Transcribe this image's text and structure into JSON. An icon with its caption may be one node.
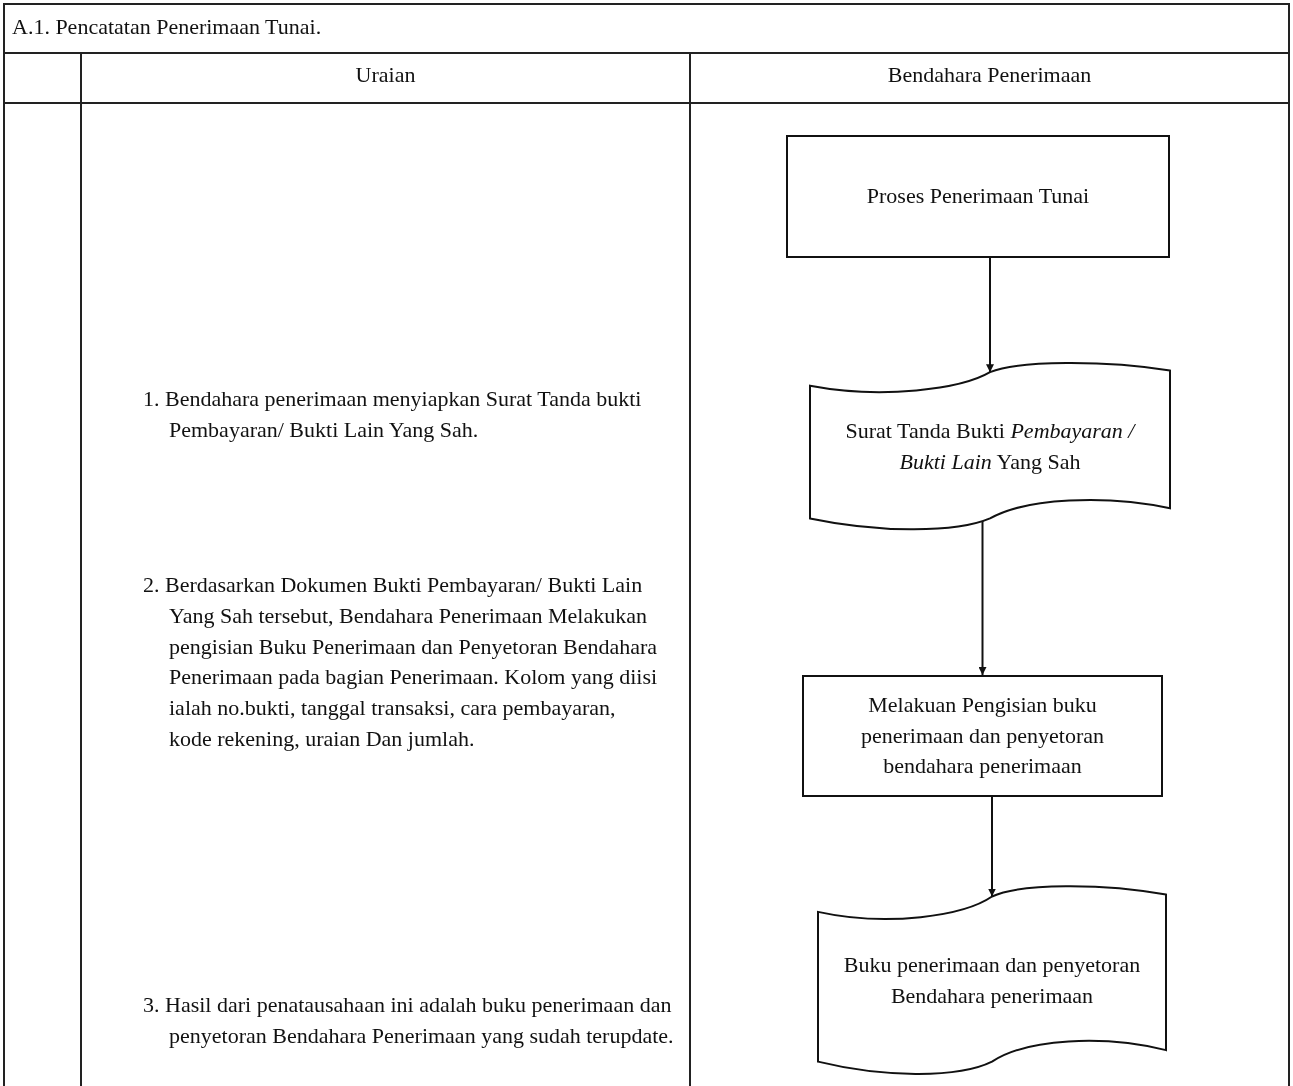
{
  "diagram": {
    "title": "A.1. Pencatatan Penerimaan Tunai.",
    "nodes": [
      {
        "text": [
          "Proses Penerimaan Tunai"
        ]
      },
      {
        "text": [
          "Surat Tanda Bukti *Pembayaran / Bukti Lain* Yang Sah"
        ]
      },
      {
        "text": [
          "Melakuan Pengisian buku penerimaan dan penyetoran bendahara penerimaan"
        ]
      },
      {
        "text": [
          "Buku penerimaan dan penyetoran Bendahara penerimaan"
        ]
      }
    ],
    "edges": [
      {
        "from": 0,
        "to": 1,
        "arrow": "to"
      },
      {
        "from": 1,
        "to": 2,
        "arrow": "to"
      },
      {
        "from": 2,
        "to": 3,
        "arrow": "to"
      }
    ],
    "labels": [
      "Uraian",
      "Bendahara Penerimaan",
      "1. Bendahara penerimaan menyiapkan Surat Tanda bukti Pembayaran/ Bukti Lain Yang Sah.",
      "2. Berdasarkan Dokumen Bukti Pembayaran/ Bukti Lain Yang Sah tersebut, Bendahara Penerimaan Melakukan pengisian Buku Penerimaan dan Penyetoran Bendahara Penerimaan pada bagian Penerimaan. Kolom yang diisi ialah no.bukti, tanggal transaksi, cara pembayaran, kode rekening, uraian Dan jumlah.",
      "3. Hasil dari penatausahaan ini adalah buku penerimaan dan penyetoran Bendahara Penerimaan yang sudah terupdate."
    ]
  }
}
